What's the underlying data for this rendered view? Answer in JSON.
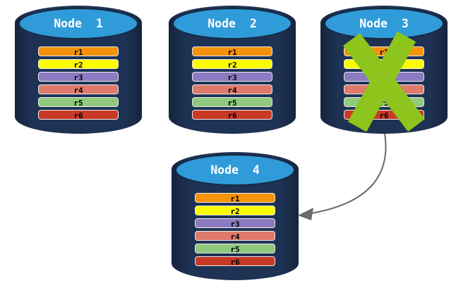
{
  "diagram": {
    "kind": "replicated-database-nodes",
    "failure_x_on": "Node 3",
    "arrow": {
      "from": "Node 3",
      "to": "Node 4"
    }
  },
  "colors": {
    "canvas_bg": "#FFFFFF",
    "cylinder_body": "#1E3254",
    "cylinder_top": "#2F9BD8",
    "cylinder_outline": "#152943",
    "title_text": "#FFFFFF",
    "bar_border": "#E9E9E9",
    "bar_text": "#000000",
    "failure_x": "#8DC51C",
    "arrow": "#6A6A6A"
  },
  "replicas": [
    {
      "label": "r1",
      "color": "#F6920A"
    },
    {
      "label": "r2",
      "color": "#FCFC00"
    },
    {
      "label": "r3",
      "color": "#8C7BC1"
    },
    {
      "label": "r4",
      "color": "#DE7A6B"
    },
    {
      "label": "r5",
      "color": "#90C87E"
    },
    {
      "label": "r6",
      "color": "#C83A26"
    }
  ],
  "nodes": [
    {
      "title": "Node  1",
      "failed": false
    },
    {
      "title": "Node  2",
      "failed": false
    },
    {
      "title": "Node  3",
      "failed": true
    },
    {
      "title": "Node  4",
      "failed": false
    }
  ]
}
